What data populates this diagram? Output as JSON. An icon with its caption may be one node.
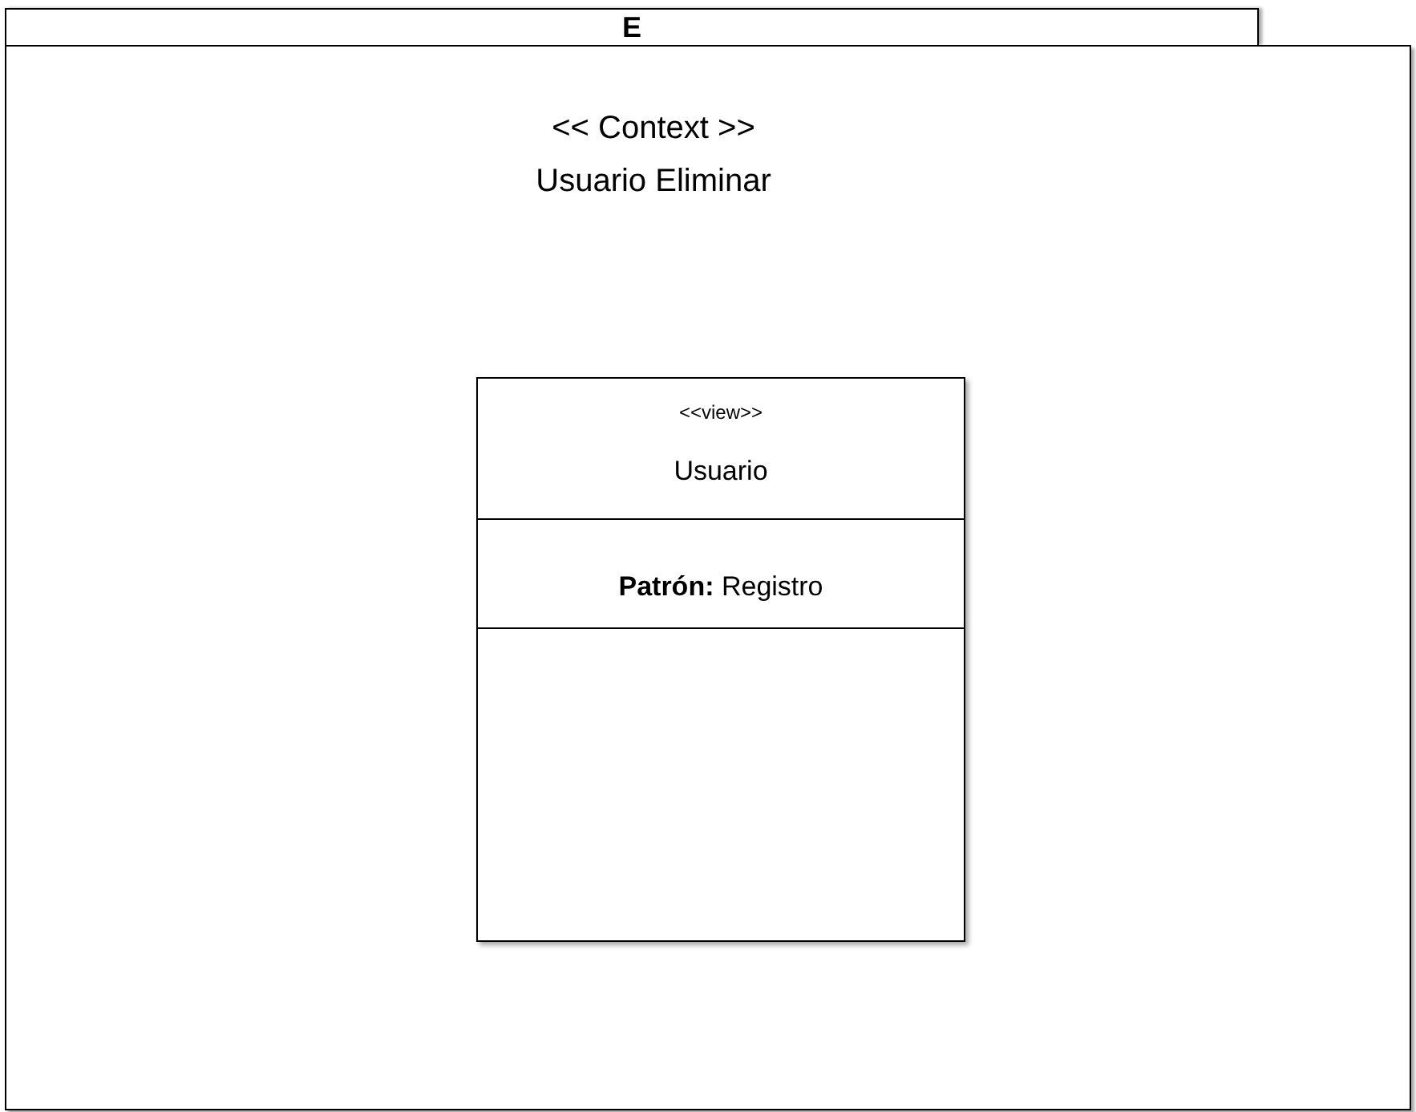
{
  "diagram": {
    "nodes": [
      {
        "text": [
          "E",
          "<< Context >>",
          "Usuario Eliminar"
        ]
      },
      {
        "text": [
          "<<view>>",
          "Usuario",
          "**Patrón:** Registro"
        ],
        "in": 0
      }
    ],
    "edges": []
  }
}
